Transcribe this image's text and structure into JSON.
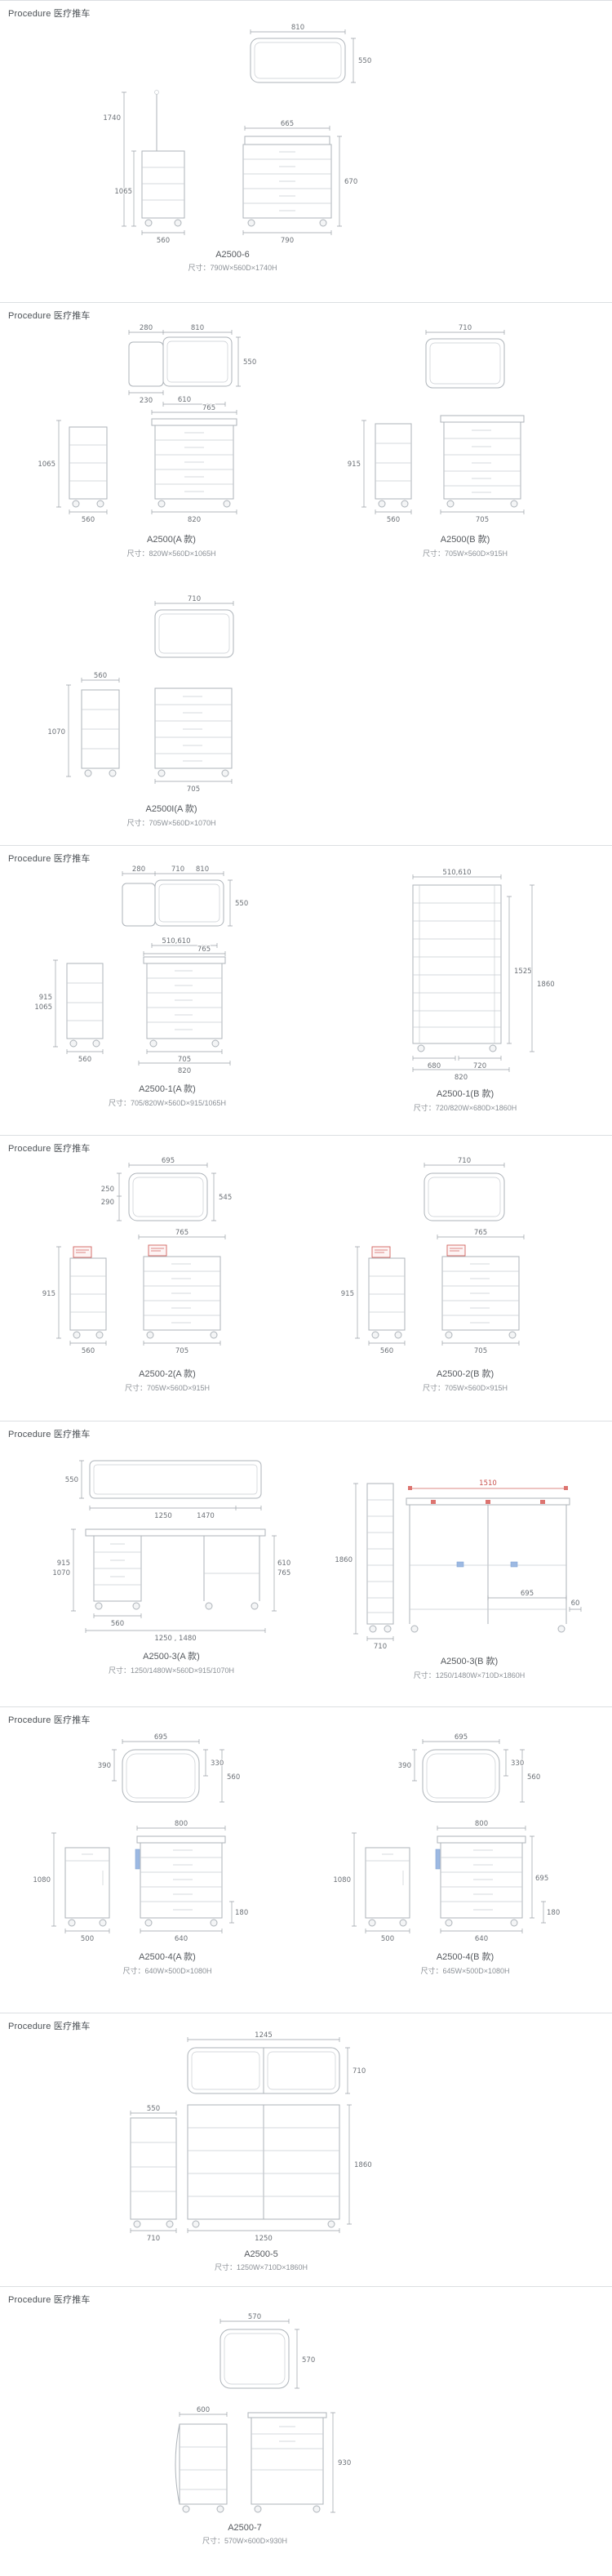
{
  "section_header": "Procedure 医疗推车",
  "sections": [
    {
      "models": [
        {
          "name": "A2500-6",
          "size": "尺寸：790W×560D×1740H",
          "dims": {
            "top_w": "810",
            "top_d": "550",
            "upper_w": "665",
            "upper_h": "670",
            "total_h": "1740",
            "cart_h": "1065",
            "side_w": "560",
            "cart_w": "790"
          }
        }
      ]
    },
    {
      "models": [
        {
          "name": "A2500(A 款)",
          "size": "尺寸：820W×560D×1065H",
          "dims": {
            "seg_w": "280",
            "top_w": "810",
            "top_d": "550",
            "seg_d": "230",
            "cart_h": "1065",
            "side_w": "560",
            "tray_w": "610",
            "rail_w": "765",
            "cart_w": "820"
          }
        },
        {
          "name": "A2500(B 款)",
          "size": "尺寸：705W×560D×915H",
          "dims": {
            "top_w": "710",
            "cart_h": "915",
            "side_w": "560",
            "cart_w": "705"
          }
        },
        {
          "name": "A2500I(A 款)",
          "size": "尺寸：705W×560D×1070H",
          "dims": {
            "top_w": "710",
            "side_w": "560",
            "cart_h": "1070",
            "cart_w": "705"
          }
        }
      ]
    },
    {
      "models": [
        {
          "name": "A2500-1(A 款)",
          "size": "尺寸：705/820W×560D×915/1065H",
          "dims": {
            "seg_w": "280",
            "top_w1": "710",
            "top_w2": "810",
            "top_d": "550",
            "cart_h1": "915",
            "cart_h2": "1065",
            "side_w": "560",
            "tray_w": "510,610",
            "rail_w": "765",
            "cart_w1": "705",
            "cart_w2": "820"
          }
        },
        {
          "name": "A2500-1(B 款)",
          "size": "尺寸：720/820W×680D×1860H",
          "dims": {
            "top_w": "510,610",
            "inner_h": "1525",
            "total_h": "1860",
            "base_d": "680",
            "cart_w1": "720",
            "cart_w2": "820"
          }
        }
      ]
    },
    {
      "models": [
        {
          "name": "A2500-2(A 款)",
          "size": "尺寸：705W×560D×915H",
          "dims": {
            "top_w": "695",
            "top_d1": "250",
            "top_d2": "290",
            "top_d": "545",
            "cart_h": "915",
            "side_w": "560",
            "rail_w": "765",
            "cart_w": "705"
          }
        },
        {
          "name": "A2500-2(B 款)",
          "size": "尺寸：705W×560D×915H",
          "dims": {
            "top_w": "710",
            "cart_h": "915",
            "side_w": "560",
            "rail_w": "765",
            "cart_w": "705"
          }
        }
      ]
    },
    {
      "models": [
        {
          "name": "A2500-3(A 款)",
          "size": "尺寸：1250/1480W×560D×915/1070H",
          "dims": {
            "top_d": "550",
            "top_w1": "1250",
            "top_w2": "1470",
            "cart_h1": "915",
            "cart_h2": "1070",
            "tray_w1": "610",
            "tray_w2": "765",
            "side_w": "560",
            "total_w": "1250 , 1480"
          }
        },
        {
          "name": "A2500-3(B 款)",
          "size": "尺寸：1250/1480W×710D×1860H",
          "dims": {
            "frame_w": "1510",
            "total_h": "1860",
            "bay_w": "695",
            "gap": "60",
            "base_d": "710"
          }
        }
      ]
    },
    {
      "models": [
        {
          "name": "A2500-4(A 款)",
          "size": "尺寸：640W×500D×1080H",
          "dims": {
            "top_w": "695",
            "top_d": "390",
            "d1": "330",
            "d2": "560",
            "cart_top_w": "800",
            "base_h": "180",
            "total_h": "1080",
            "base_d": "500",
            "cart_w": "640"
          }
        },
        {
          "name": "A2500-4(B 款)",
          "size": "尺寸：645W×500D×1080H",
          "dims": {
            "top_w": "695",
            "top_d": "390",
            "d1": "330",
            "d2": "560",
            "cart_top_w": "800",
            "side_h": "695",
            "base_h": "180",
            "total_h": "1080",
            "base_d": "500",
            "cart_w": "640"
          }
        }
      ]
    },
    {
      "models": [
        {
          "name": "A2500-5",
          "size": "尺寸：1250W×710D×1860H",
          "dims": {
            "top_w": "1245",
            "top_d": "710",
            "side_top": "550",
            "side_w": "710",
            "total_h": "1860",
            "cart_w": "1250"
          }
        }
      ]
    },
    {
      "models": [
        {
          "name": "A2500-7",
          "size": "尺寸：570W×600D×930H",
          "dims": {
            "top_w": "570",
            "top_d": "570",
            "side_w": "600",
            "total_h": "930"
          }
        }
      ]
    }
  ]
}
